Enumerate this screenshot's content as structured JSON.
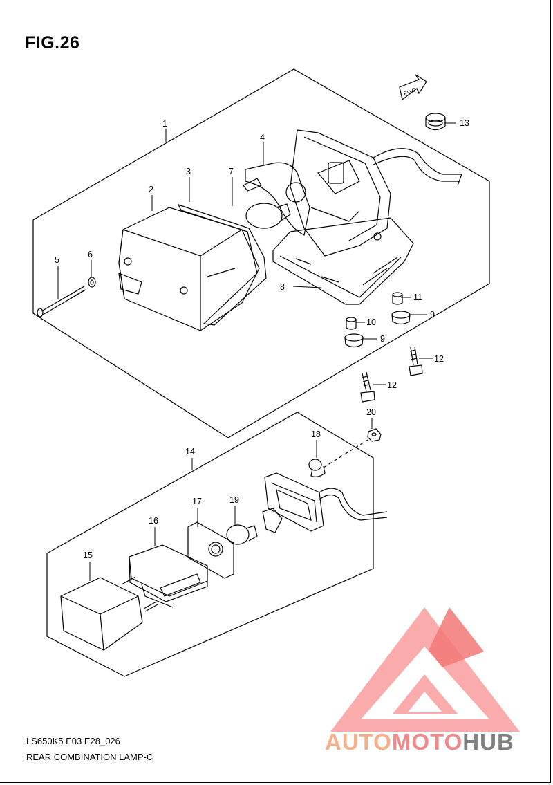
{
  "figure": {
    "title": "FIG.26",
    "code": "LS650K5 E03 E28_026",
    "name": "REAR COMBINATION LAMP-C"
  },
  "fwd_label": "FWD",
  "callouts": [
    {
      "id": "c1",
      "label": "1"
    },
    {
      "id": "c2",
      "label": "2"
    },
    {
      "id": "c3",
      "label": "3"
    },
    {
      "id": "c4",
      "label": "4"
    },
    {
      "id": "c5",
      "label": "5"
    },
    {
      "id": "c6",
      "label": "6"
    },
    {
      "id": "c7",
      "label": "7"
    },
    {
      "id": "c8",
      "label": "8"
    },
    {
      "id": "c9a",
      "label": "9"
    },
    {
      "id": "c9b",
      "label": "9"
    },
    {
      "id": "c10",
      "label": "10"
    },
    {
      "id": "c11",
      "label": "11"
    },
    {
      "id": "c12a",
      "label": "12"
    },
    {
      "id": "c12b",
      "label": "12"
    },
    {
      "id": "c13",
      "label": "13"
    },
    {
      "id": "c14",
      "label": "14"
    },
    {
      "id": "c15",
      "label": "15"
    },
    {
      "id": "c16",
      "label": "16"
    },
    {
      "id": "c17",
      "label": "17"
    },
    {
      "id": "c18",
      "label": "18"
    },
    {
      "id": "c19",
      "label": "19"
    },
    {
      "id": "c20",
      "label": "20"
    }
  ],
  "watermark": {
    "part1": "AUTO",
    "part2": "MOTO",
    "part3": "HUB",
    "accent_orange": "#f7b089",
    "accent_red": "#f08a8a",
    "accent_gray": "#7f7f7f"
  }
}
